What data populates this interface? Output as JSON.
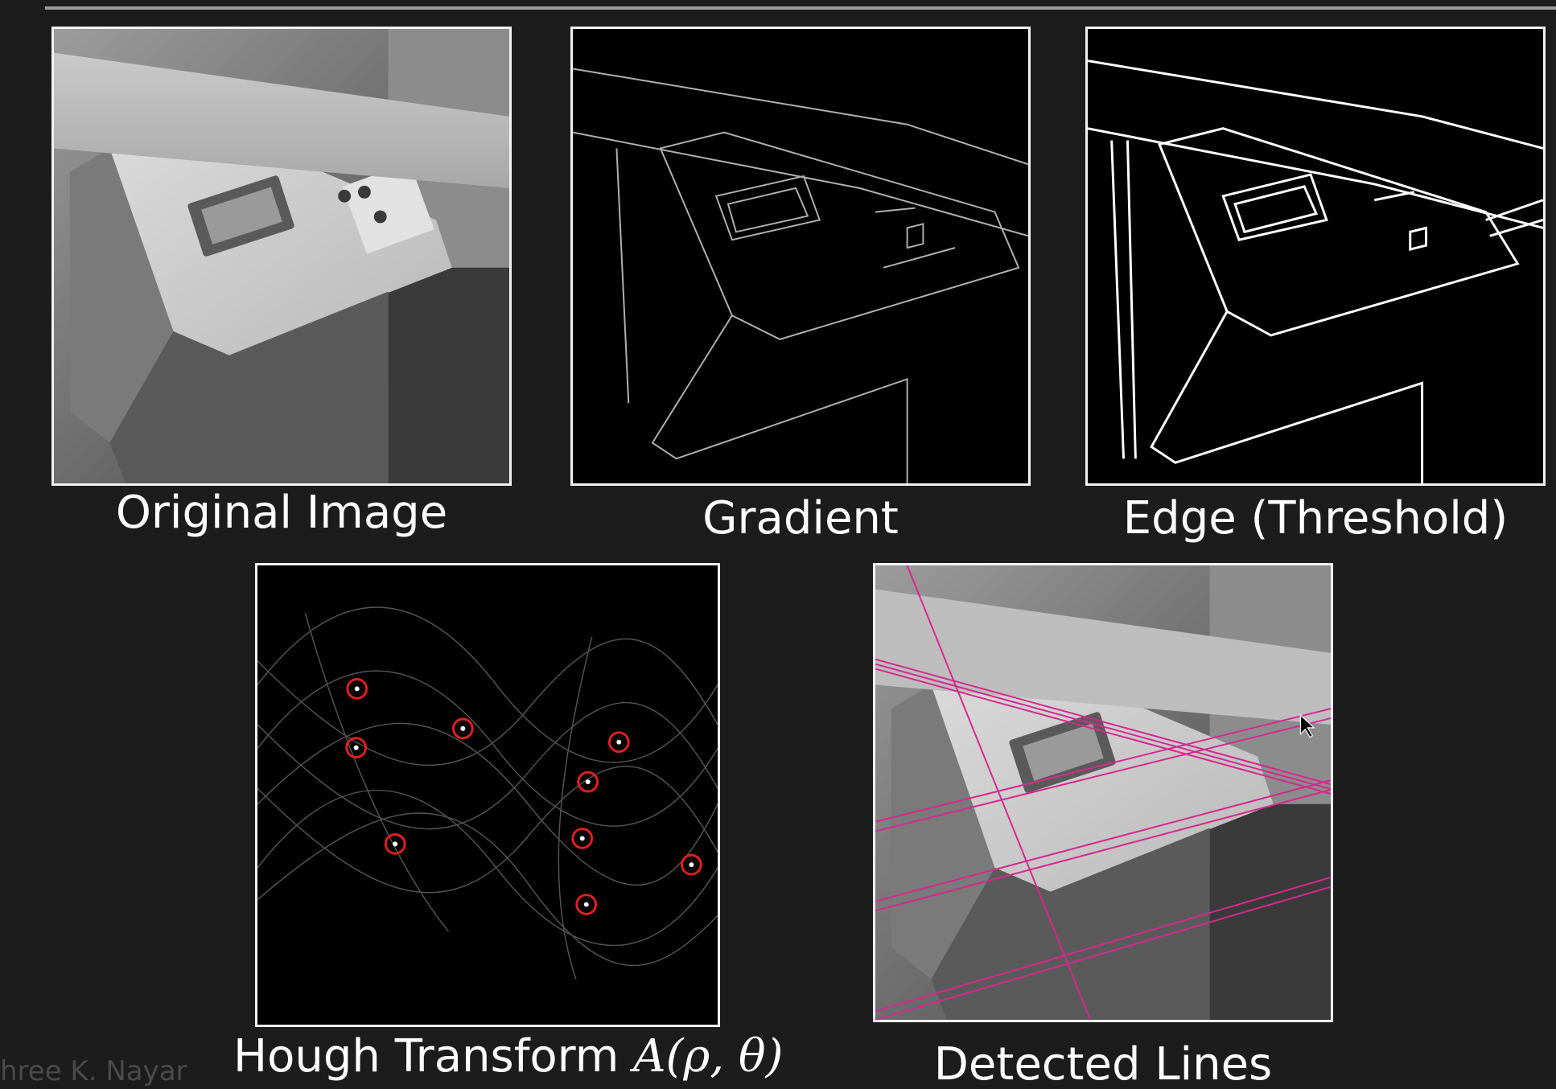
{
  "slide": {
    "panels": [
      {
        "id": "original",
        "caption": "Original Image"
      },
      {
        "id": "gradient",
        "caption": "Gradient"
      },
      {
        "id": "edge",
        "caption": "Edge (Threshold)"
      },
      {
        "id": "hough",
        "caption": "Hough Transform ",
        "caption_math": "A(ρ, θ)"
      },
      {
        "id": "detected",
        "caption": "Detected Lines"
      }
    ],
    "credit": "hree K. Nayar"
  },
  "colors": {
    "background": "#1c1c1c",
    "frame": "#f2f2f2",
    "hough_marker": "#e02020",
    "detected_line": "#d6288f"
  }
}
